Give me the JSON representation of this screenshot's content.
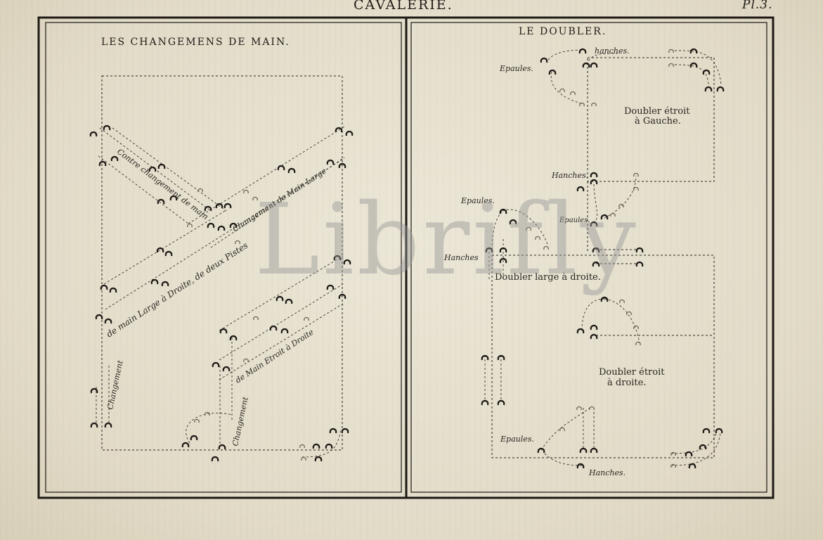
{
  "plate": {
    "header_title": "CAVALERIE.",
    "plate_number": "Pl.3.",
    "watermark": "Librifly"
  },
  "left_panel": {
    "title": "LES CHANGEMENS DE MAIN.",
    "labels": {
      "contre_changement": "Contre changement de main",
      "changement_large": "Changement de Main Large",
      "droite_deux_pistes": "de main Large à Droite, de deux Pistes",
      "changement_vertical_1": "Changement",
      "main_etroit": "de Main Etroit à Droite",
      "changement_vertical_2": "Changement"
    }
  },
  "right_panel": {
    "title": "LE DOUBLER.",
    "labels": {
      "epaules_1": "Epaules.",
      "hanches_1": "hanches.",
      "doubler_gauche_1": "Doubler étroit",
      "doubler_gauche_2": "à Gauche.",
      "hanches_2": "Hanches.",
      "epaules_2": "Epaules.",
      "epaules_3": "Epaules.",
      "hanches_3": "Hanches",
      "doubler_large": "Doubler large à droite.",
      "doubler_droite_1": "Doubler étroit",
      "doubler_droite_2": "à droite.",
      "epaules_4": "Epaules.",
      "hanches_4": "Hanches."
    }
  },
  "colors": {
    "paper": "#e3ddcc",
    "ink": "#201c17",
    "watermark": "#969696"
  }
}
